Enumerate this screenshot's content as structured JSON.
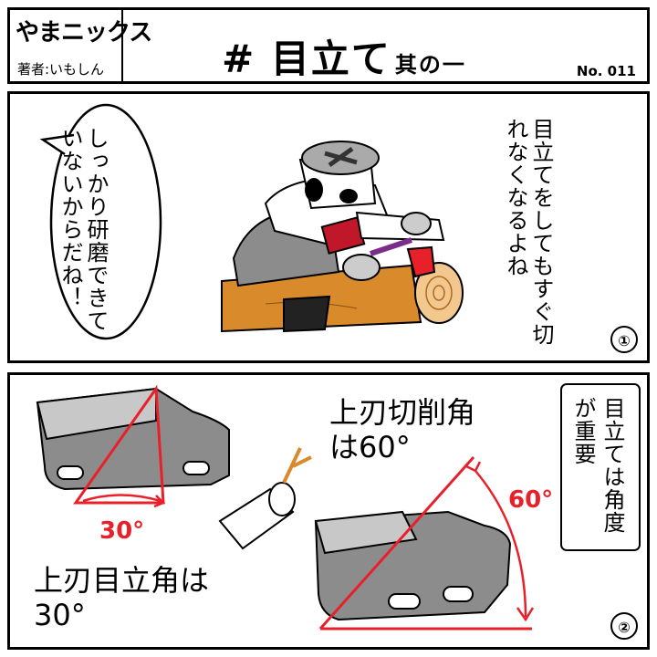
{
  "header": {
    "brand": "やまニックス",
    "author": "著者:いもしん",
    "title_hash": "#",
    "title_main": "目立て",
    "title_sub": "其の一",
    "episode_no": "No. 011"
  },
  "panel1": {
    "speech_bubble": "しっかり研磨できていないからだね！",
    "narration": "目立てをしてもすぐ切れなくなるよね",
    "number": "①"
  },
  "panel2": {
    "top_angle_label": "上刃目立角は30°",
    "angle_30": "30°",
    "cutting_angle_label": "上刃切削角は60°",
    "angle_60": "60°",
    "boxed_note": "目立ては角度が重要",
    "number": "②"
  },
  "colors": {
    "accent_red": "#e8202a",
    "metal_gray": "#8c8c8c",
    "log_orange": "#d98a2b"
  }
}
